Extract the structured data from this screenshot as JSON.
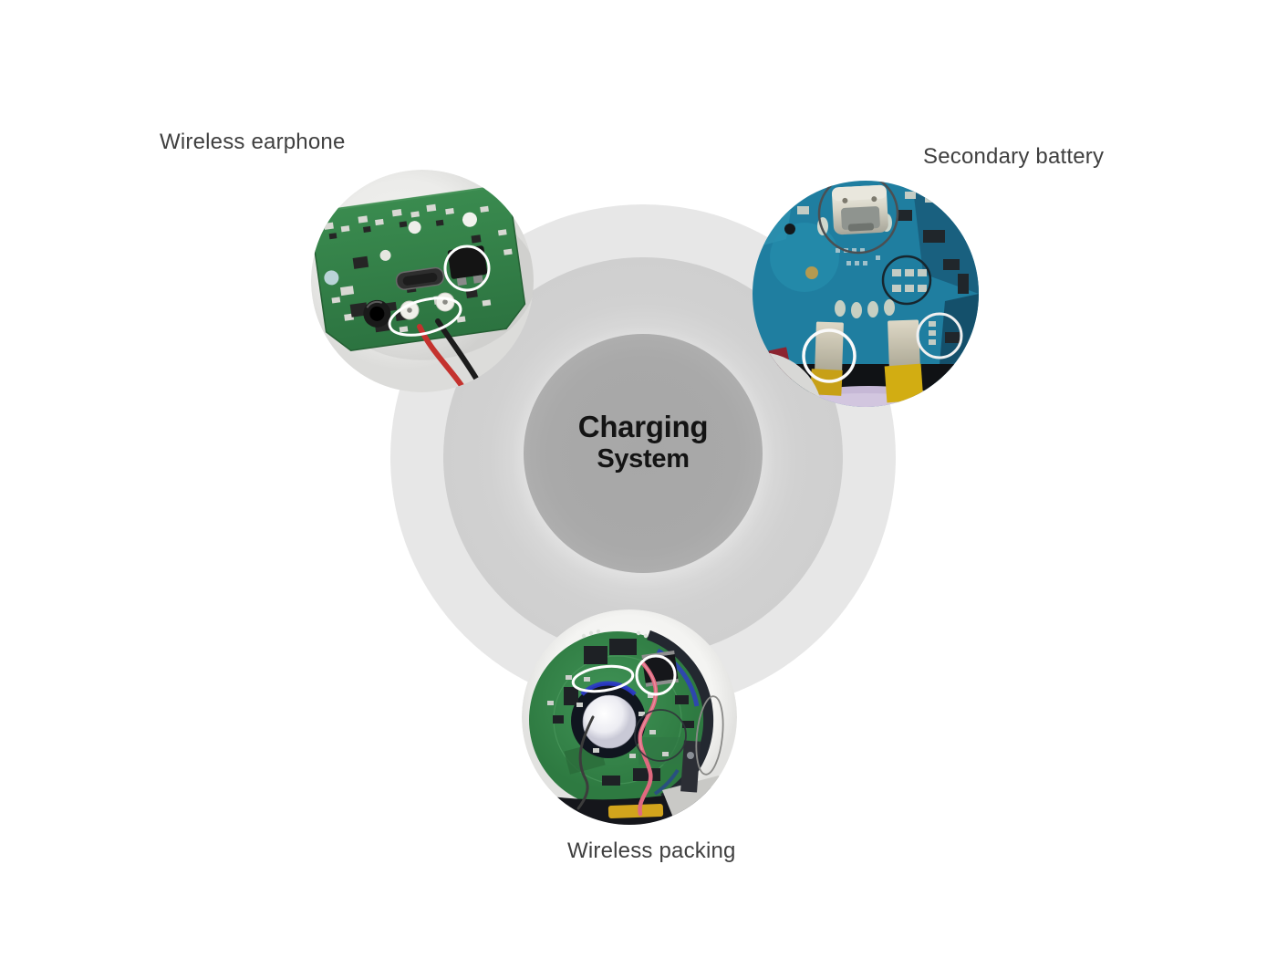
{
  "diagram": {
    "title_circle": {
      "line1": "Charging",
      "line2": "System",
      "text_color": "#141414",
      "fill_color": "#a9a9a9"
    },
    "rings": {
      "outer_color": "#e7e7e7",
      "middle_color": "#d1d1d1",
      "middle_halo_color": "#e0e0e0",
      "inner_color": "#a9a9a9"
    },
    "label_color": "#3f3f3f",
    "nodes": [
      {
        "id": "wireless-earphone",
        "label": "Wireless earphone",
        "position": "top-left",
        "photo": "green earphone PCB with red and black wires, white circle and ellipse callouts"
      },
      {
        "id": "secondary-battery",
        "label": "Secondary battery",
        "position": "top-right",
        "photo": "blue PCB with micro-USB connector, battery tabs, white and dark circle callouts"
      },
      {
        "id": "wireless-packing",
        "label": "Wireless packing",
        "position": "bottom",
        "photo": "round green charging-coil PCB in white case with pink wire and circle callouts"
      }
    ],
    "photo_accent_colors": {
      "pcb_green": "#35854a",
      "pcb_blue": "#1f7ea0",
      "wire_red": "#c4322e",
      "wire_pink": "#e0697f",
      "tape_yellow": "#d2a41c",
      "battery_lavender": "#c6b8d6",
      "annotation_white": "#ffffff"
    }
  }
}
